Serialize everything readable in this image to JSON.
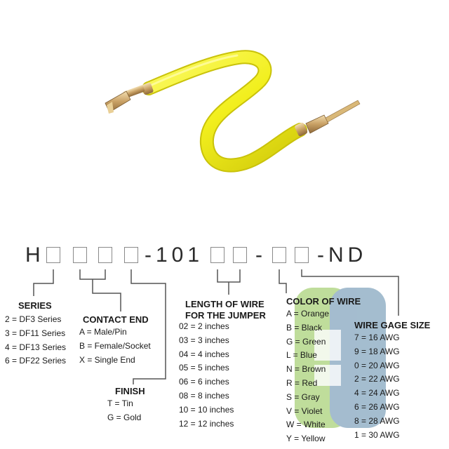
{
  "part_number": {
    "prefix": "H",
    "segment_1": "-101",
    "segment_2": "-",
    "segment_3": "-ND"
  },
  "series": {
    "heading": "SERIES",
    "items": [
      "2 = DF3 Series",
      "3 = DF11 Series",
      "4 = DF13 Series",
      "6 = DF22 Series"
    ]
  },
  "contact_end": {
    "heading": "CONTACT END",
    "items": [
      "A = Male/Pin",
      "B = Female/Socket",
      "X = Single End"
    ]
  },
  "finish": {
    "heading": "FINISH",
    "items": [
      "T = Tin",
      "G = Gold"
    ]
  },
  "length": {
    "heading_line1": "LENGTH OF WIRE",
    "heading_line2": "FOR THE JUMPER",
    "items": [
      "02 = 2 inches",
      "03 = 3 inches",
      "04 = 4 inches",
      "05 = 5 inches",
      "06 = 6 inches",
      "08 = 8 inches",
      "10 = 10 inches",
      "12 = 12 inches"
    ]
  },
  "color": {
    "heading": "COLOR OF WIRE",
    "items": [
      "A = Orange",
      "B = Black",
      "G = Green",
      "L = Blue",
      "N = Brown",
      "R = Red",
      "S = Gray",
      "V = Violet",
      "W = White",
      "Y = Yellow"
    ]
  },
  "gage": {
    "heading": "WIRE GAGE SIZE",
    "items": [
      "7 = 16 AWG",
      "9 = 18 AWG",
      "0 = 20 AWG",
      "2 = 22 AWG",
      "4 = 24 AWG",
      "6 = 26 AWG",
      "8 = 28 AWG",
      "1 = 30 AWG"
    ]
  },
  "colors": {
    "wire": "#f2ef1e",
    "wire_shadow": "#d6cf0a",
    "terminal": "#c9a46a",
    "text": "#1a1a1a",
    "line": "#555555",
    "watermark_green": "#8bc34a",
    "watermark_blue": "#5a86a8"
  }
}
